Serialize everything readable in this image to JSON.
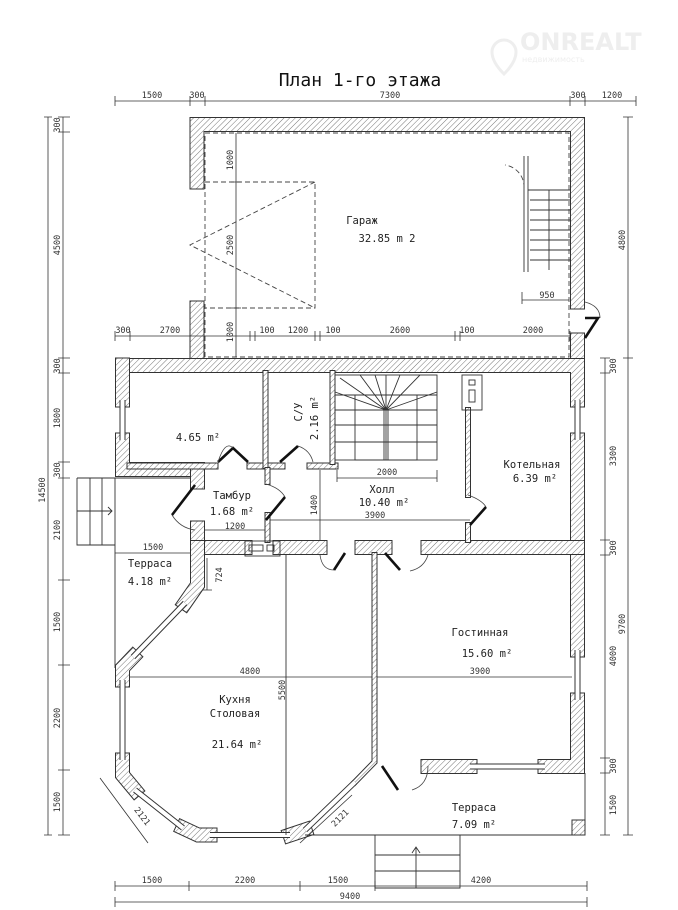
{
  "title": "План 1-го этажа",
  "watermark": {
    "brand": "ONREALT",
    "tagline": "недвижимость"
  },
  "rooms": {
    "garage": {
      "name": "Гараж",
      "area": "32.85 m 2"
    },
    "storage": {
      "area": "4.65 m²"
    },
    "wc": {
      "name": "С/У",
      "area": "2.16 m²"
    },
    "boiler": {
      "name": "Котельная",
      "area": "6.39 m²"
    },
    "hall": {
      "name": "Холл",
      "area": "10.40 m²"
    },
    "vestibule": {
      "name": "Тамбур",
      "area": "1.68 m²"
    },
    "terrace_left": {
      "name": "Терраса",
      "area": "4.18 m²"
    },
    "living": {
      "name": "Гостинная",
      "area": "15.60 m²"
    },
    "kitchen": {
      "name1": "Кухня",
      "name2": "Столовая",
      "area": "21.64 m²"
    },
    "terrace_right": {
      "name": "Терраса",
      "area": "7.09 m²"
    }
  },
  "dims": {
    "top": [
      "1500",
      "300",
      "7300",
      "300",
      "1200"
    ],
    "bottom": [
      "1500",
      "2200",
      "1500",
      "4200"
    ],
    "bottom_total": "9400",
    "left": [
      "300",
      "4500",
      "300",
      "1800",
      "300",
      "2100",
      "1500",
      "2200",
      "1500"
    ],
    "left_total": "14500",
    "right": [
      "300",
      "3300",
      "300",
      "4000",
      "300",
      "1500"
    ],
    "right_outer": [
      "4800",
      "9700"
    ],
    "garage_row": [
      "300",
      "2700",
      "100",
      "1200",
      "100",
      "2600",
      "100",
      "2000"
    ],
    "garage_vert": [
      "1000",
      "2500",
      "1000"
    ],
    "garage_stair": "950",
    "stair_width": "2000",
    "hall_width": "3900",
    "hall_depth": "1400",
    "vestibule_width": "1200",
    "terrace_left_width": "1500",
    "terrace_left_depth": "724",
    "kitchen_width": "4800",
    "living_width": "3900",
    "kitchen_depth": "5500",
    "bay_diag_left": "2121",
    "bay_diag_right": "2121"
  }
}
